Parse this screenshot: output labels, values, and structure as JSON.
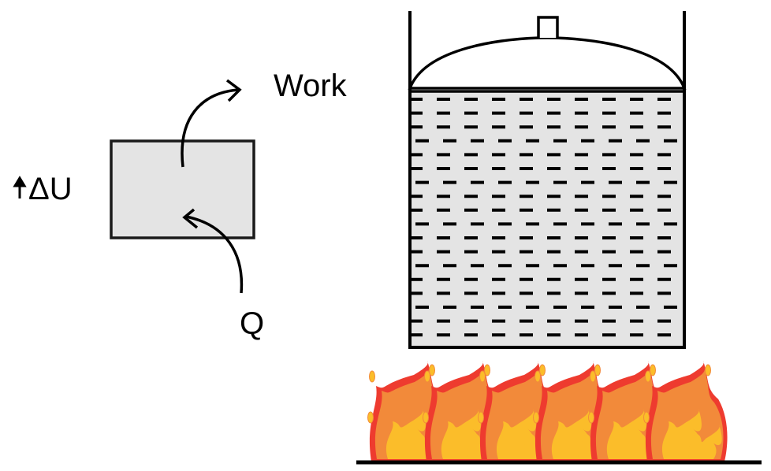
{
  "labels": {
    "work": "Work",
    "delta_u": "ΔU",
    "heat": "Q"
  },
  "colors": {
    "system_fill": "#e4e4e4",
    "liquid_fill": "#e4e4e4",
    "flame_outer": "#ee3b2f",
    "flame_mid": "#f28a3a",
    "flame_inner": "#fbbd2a"
  },
  "flames": {
    "count": 6
  }
}
